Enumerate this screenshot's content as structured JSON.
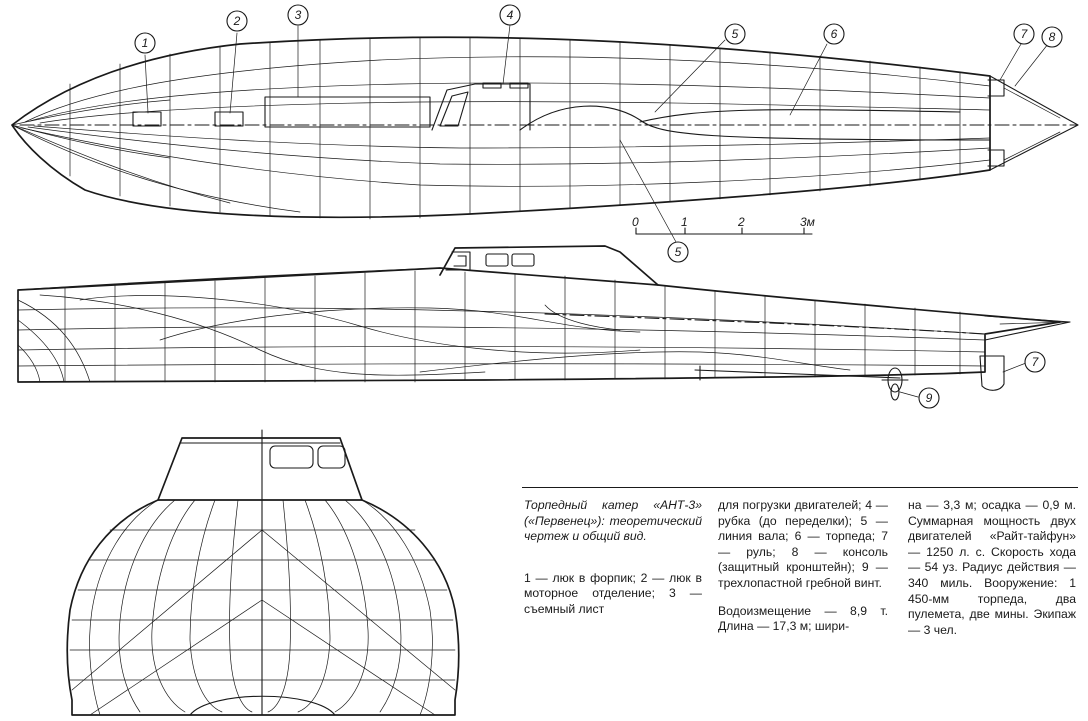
{
  "callouts": {
    "top_view": [
      "1",
      "2",
      "3",
      "4",
      "5",
      "6",
      "7",
      "8",
      "5"
    ],
    "side_view": [
      "7",
      "9"
    ]
  },
  "scale_bar": {
    "ticks": [
      "0",
      "1",
      "2",
      "3м"
    ]
  },
  "caption": {
    "title": "Торпедный катер «АНТ-3» («Первенец»): теоретический чертеж и общий вид.",
    "legend_part1": "1 — люк в форпик; 2 — люк в моторное отделение; 3 — съемный лист",
    "legend_part2": "для погрузки двигателей; 4 — рубка (до переделки); 5 — линия вала; 6 — торпеда; 7 — руль; 8 — консоль (защитный кронштейн); 9 — трехлопастной гребной винт.",
    "specs_part1": "Водоизмещение — 8,9 т. Длина — 17,3 м; шири-",
    "specs_part2": "на — 3,3 м; осадка — 0,9 м. Суммарная мощность двух двигателей «Райт-тайфун» — 1250 л. с. Скорость хода — 54 уз. Радиус действия — 340 миль. Вооружение: 1 450-мм торпеда, два пулемета, две мины. Экипаж — 3 чел."
  }
}
